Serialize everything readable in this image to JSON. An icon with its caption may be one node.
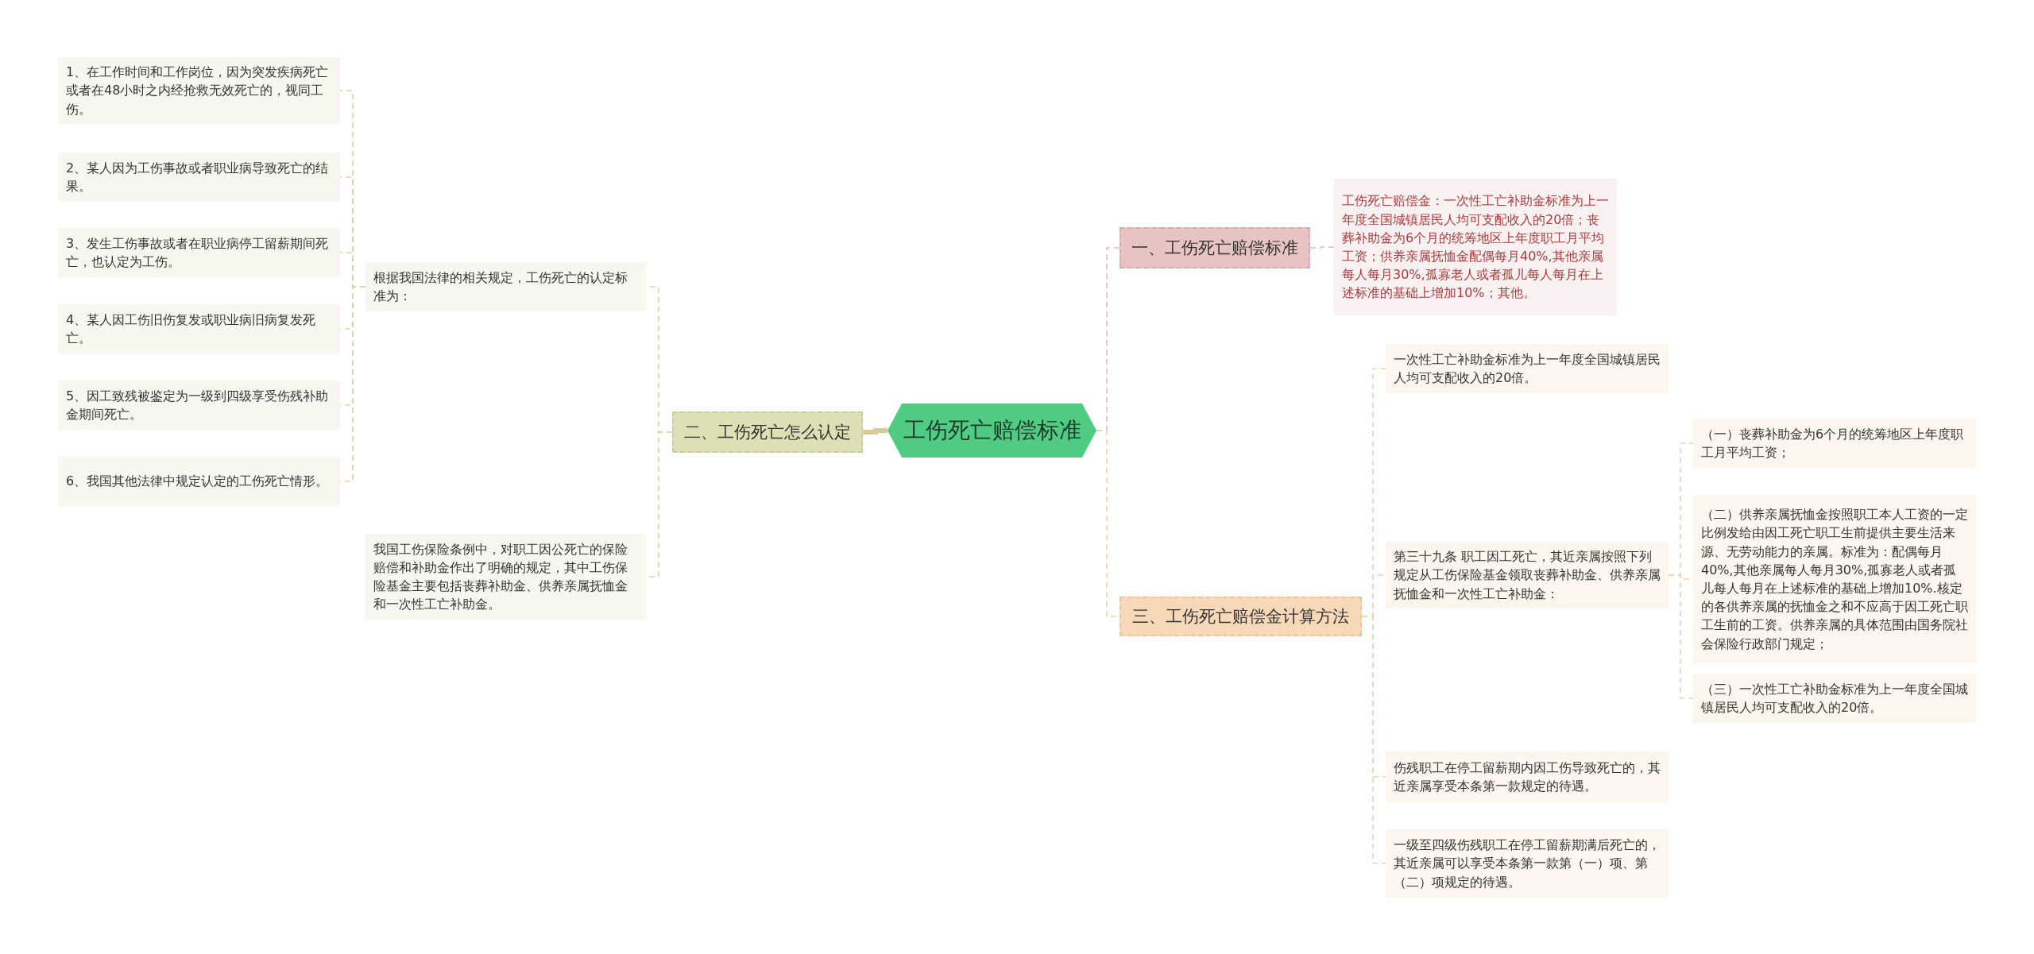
{
  "diagram": {
    "nodes": [
      {
        "text": [
          "工伤死亡赔偿标准"
        ]
      },
      {
        "text": [
          "二、工伤死亡怎么认定"
        ]
      },
      {
        "text": [
          "根据我国法律的相关规定，工伤死亡的认定标准为："
        ]
      },
      {
        "text": [
          "1、在工作时间和工作岗位，因为突发疾病死亡或者在48小时之内经抢救无效死亡的，视同工伤。"
        ]
      },
      {
        "text": [
          "2、某人因为工伤事故或者职业病导致死亡的结果。"
        ]
      },
      {
        "text": [
          "3、发生工伤事故或者在职业病停工留薪期间死亡，也认定为工伤。"
        ]
      },
      {
        "text": [
          "4、某人因工伤旧伤复发或职业病旧病复发死亡。"
        ]
      },
      {
        "text": [
          "5、因工致残被鉴定为一级到四级享受伤残补助金期间死亡。"
        ]
      },
      {
        "text": [
          "6、我国其他法律中规定认定的工伤死亡情形。"
        ]
      },
      {
        "text": [
          "我国工伤保险条例中，对职工因公死亡的保险赔偿和补助金作出了明确的规定，其中工伤保险基金主要包括丧葬补助金、供养亲属抚恤金和一次性工亡补助金。"
        ]
      },
      {
        "text": [
          "一、工伤死亡赔偿标准"
        ]
      },
      {
        "text": [
          "工伤死亡赔偿金：一次性工亡补助金标准为上一年度全国城镇居民人均可支配收入的20倍；丧葬补助金为6个月的统筹地区上年度职工月平均工资；供养亲属抚恤金配偶每月40%,其他亲属每人每月30%,孤寡老人或者孤儿每人每月在上述标准的基础上增加10%；其他。"
        ]
      },
      {
        "text": [
          "三、工伤死亡赔偿金计算方法"
        ]
      },
      {
        "text": [
          "一次性工亡补助金标准为上一年度全国城镇居民人均可支配收入的20倍。"
        ]
      },
      {
        "text": [
          "第三十九条 职工因工死亡，其近亲属按照下列规定从工伤保险基金领取丧葬补助金、供养亲属抚恤金和一次性工亡补助金："
        ]
      },
      {
        "text": [
          "（一）丧葬补助金为6个月的统筹地区上年度职工月平均工资；"
        ]
      },
      {
        "text": [
          "（二）供养亲属抚恤金按照职工本人工资的一定比例发给由因工死亡职工生前提供主要生活来源、无劳动能力的亲属。标准为：配偶每月40%,其他亲属每人每月30%,孤寡老人或者孤儿每人每月在上述标准的基础上增加10%.核定的各供养亲属的抚恤金之和不应高于因工死亡职工生前的工资。供养亲属的具体范围由国务院社会保险行政部门规定；"
        ]
      },
      {
        "text": [
          "（三）一次性工亡补助金标准为上一年度全国城镇居民人均可支配收入的20倍。"
        ]
      },
      {
        "text": [
          "伤残职工在停工留薪期内因工伤导致死亡的，其近亲属享受本条第一款规定的待遇。"
        ]
      },
      {
        "text": [
          "一级至四级伤残职工在停工留薪期满后死亡的，其近亲属可以享受本条第一款第（一）项、第（二）项规定的待遇。"
        ]
      }
    ],
    "edges": [
      {
        "from": 0,
        "to": 1,
        "arrow": "none",
        "style": "thick"
      },
      {
        "from": 1,
        "to": 2,
        "arrow": "none",
        "style": "dashed"
      },
      {
        "from": 2,
        "to": 3,
        "arrow": "none",
        "style": "dashed"
      },
      {
        "from": 2,
        "to": 4,
        "arrow": "none",
        "style": "dashed"
      },
      {
        "from": 2,
        "to": 5,
        "arrow": "none",
        "style": "dashed"
      },
      {
        "from": 2,
        "to": 6,
        "arrow": "none",
        "style": "dashed"
      },
      {
        "from": 2,
        "to": 7,
        "arrow": "none",
        "style": "dashed"
      },
      {
        "from": 2,
        "to": 8,
        "arrow": "none",
        "style": "dashed"
      },
      {
        "from": 1,
        "to": 9,
        "arrow": "none",
        "style": "dashed"
      },
      {
        "from": 0,
        "to": 10,
        "arrow": "none",
        "style": "dashed",
        "color": "#e3b9b9"
      },
      {
        "from": 10,
        "to": 11,
        "arrow": "none",
        "style": "dashed",
        "color": "#e3b9b9"
      },
      {
        "from": 0,
        "to": 12,
        "arrow": "none",
        "style": "dashed",
        "color": "#f0d2b4"
      },
      {
        "from": 12,
        "to": 13,
        "arrow": "none",
        "style": "dashed",
        "color": "#f0d2b4"
      },
      {
        "from": 12,
        "to": 14,
        "arrow": "none",
        "style": "dashed",
        "color": "#f0d2b4"
      },
      {
        "from": 14,
        "to": 15,
        "arrow": "none",
        "style": "dashed",
        "color": "#f0d2b4"
      },
      {
        "from": 14,
        "to": 16,
        "arrow": "none",
        "style": "dashed",
        "color": "#f0d2b4"
      },
      {
        "from": 14,
        "to": 17,
        "arrow": "none",
        "style": "dashed",
        "color": "#f0d2b4"
      },
      {
        "from": 12,
        "to": 18,
        "arrow": "none",
        "style": "dashed",
        "color": "#f0d2b4"
      },
      {
        "from": 12,
        "to": 19,
        "arrow": "none",
        "style": "dashed",
        "color": "#f0d2b4"
      }
    ]
  }
}
